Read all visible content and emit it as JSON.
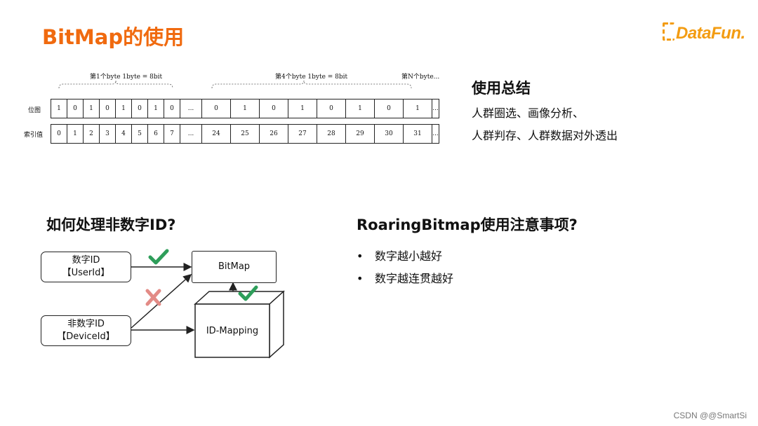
{
  "title": "BitMap的使用",
  "logo": {
    "text": "DataFun."
  },
  "bitmap": {
    "brace_labels": [
      "第1个byte  1byte = 8bit",
      "第4个byte  1byte = 8bit",
      "第N个byte..."
    ],
    "row_labels": [
      "位图",
      "索引值"
    ],
    "bits": [
      "1",
      "0",
      "1",
      "0",
      "1",
      "0",
      "1",
      "0",
      "...",
      "0",
      "1",
      "0",
      "1",
      "0",
      "1",
      "0",
      "1",
      "..."
    ],
    "indexes": [
      "0",
      "1",
      "2",
      "3",
      "4",
      "5",
      "6",
      "7",
      "...",
      "24",
      "25",
      "26",
      "27",
      "28",
      "29",
      "30",
      "31",
      "..."
    ]
  },
  "summary": {
    "heading": "使用总结",
    "lines": [
      "人群圈选、画像分析、",
      "人群判存、人群数据对外透出"
    ]
  },
  "nonnumeric": {
    "heading": "如何处理非数字ID?",
    "box_numeric_line1": "数字ID",
    "box_numeric_line2": "【UserId】",
    "box_nonnumeric_line1": "非数字ID",
    "box_nonnumeric_line2": "【DeviceId】",
    "box_bitmap": "BitMap",
    "box_idmapping": "ID-Mapping",
    "colors": {
      "check": "#2e9e5a",
      "cross": "#e38b86"
    }
  },
  "roaring": {
    "heading": "RoaringBitmap使用注意事项?",
    "bullets": [
      "数字越小越好",
      "数字越连贯越好"
    ]
  },
  "watermark": "CSDN @@SmartSi",
  "colors": {
    "title": "#f06a0f",
    "logo": "#f39c12"
  }
}
